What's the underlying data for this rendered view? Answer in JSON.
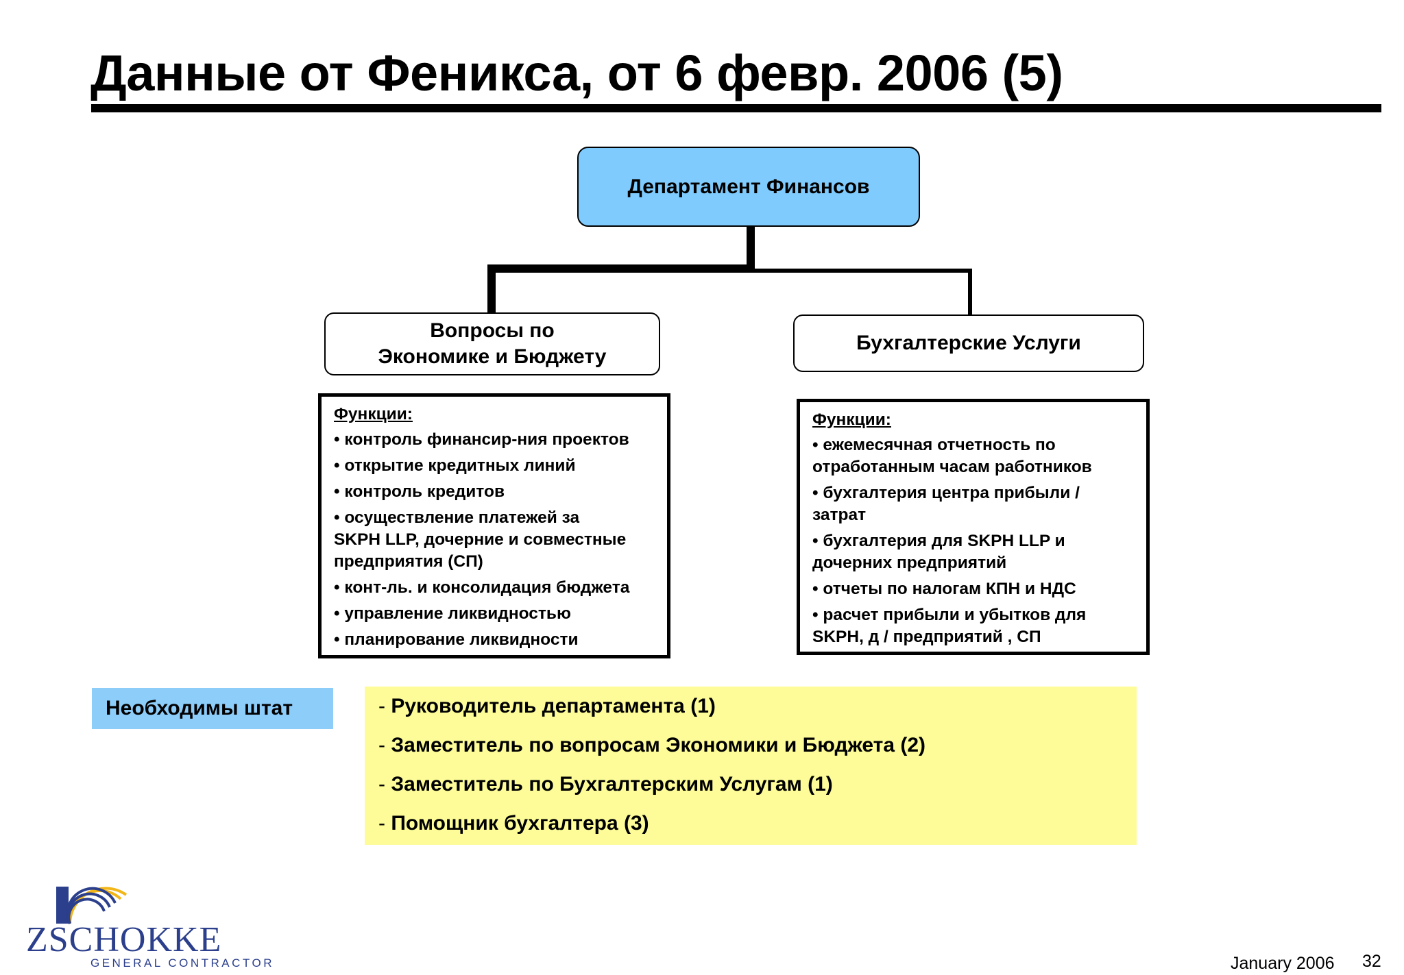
{
  "title": "Данные от Феникса, от 6 февр. 2006 (5)",
  "org_chart": {
    "root": "Департамент Финансов",
    "left_unit": {
      "line1": "Вопросы по",
      "line2": "Экономике и Бюджету"
    },
    "right_unit": "Бухгалтерские Услуги"
  },
  "left_functions": {
    "heading": "Функции:",
    "items": [
      "• контроль финансир-ния проектов",
      "• открытие кредитных линий",
      "• контроль кредитов",
      [
        "• осуществление платежей за",
        "SKPH LLP, дочерние и совместные",
        "предприятия (СП)"
      ],
      "• конт-ль. и консолидация бюджета",
      "• управление ликвидностью",
      "• планирование ликвидности"
    ]
  },
  "right_functions": {
    "heading": "Функции:",
    "items": [
      [
        "• ежемесячная отчетность по",
        "отработанным часам работников"
      ],
      [
        "• бухгалтерия центра прибыли /",
        "затрат"
      ],
      [
        "• бухгалтерия для SKPH LLP и",
        "дочерних предприятий"
      ],
      "• отчеты по налогам КПН и НДС",
      [
        "• расчет прибыли и убытков для",
        "SKPH, д / предприятий , СП"
      ]
    ]
  },
  "staff": {
    "label": "Необходимы штат",
    "dash": "-",
    "items": [
      "Руководитель департамента (1)",
      "Заместитель по вопросам Экономики и Бюджета (2)",
      "Заместитель по Бухгалтерским Услугам (1)",
      "Помощник бухгалтера (3)"
    ]
  },
  "logo": {
    "name": "ZSCHOKKE",
    "subtitle": "GENERAL CONTRACTOR"
  },
  "footer": {
    "date": "January 2006",
    "page": "32"
  },
  "colors": {
    "root_fill": "#7fcbfd",
    "staff_label_fill": "#8ccdfa",
    "staff_panel_fill": "#fdfc99",
    "logo_blue": "#2b3f8c",
    "logo_gold": "#f2b619"
  }
}
